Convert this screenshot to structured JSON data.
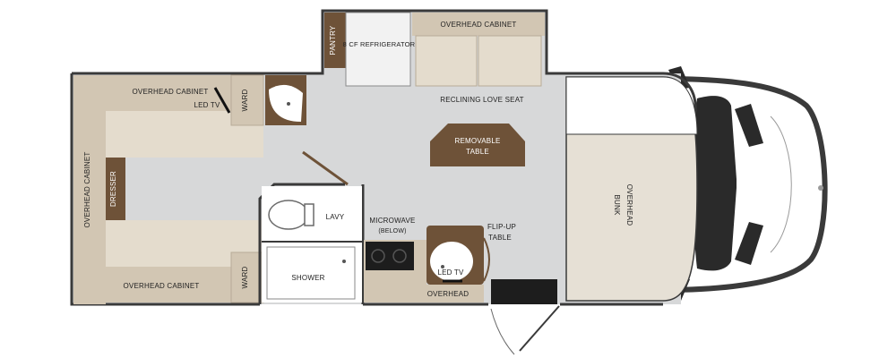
{
  "colors": {
    "floor": "#d7d8d9",
    "wall": "#3a3a3a",
    "cabinet": "#e4dccd",
    "cabinet_dark": "#d2c6b3",
    "wood": "#6e5238",
    "bunk": "#e6e0d5",
    "sink": "#ffffff",
    "appliance": "#1d1d1d",
    "van": "#ffffff"
  },
  "labels": {
    "pantry": "PANTRY",
    "refrigerator": "8 CF REFRIGERATOR",
    "overhead_cabinet_top": "OVERHEAD CABINET",
    "reclining_love_seat": "RECLINING LOVE SEAT",
    "removable_table_line1": "REMOVABLE",
    "removable_table_line2": "TABLE",
    "overhead_bunk_line1": "OVERHEAD",
    "overhead_bunk_line2": "BUNK",
    "overhead_cabinet_rear_top": "OVERHEAD CABINET",
    "led_tv_rear": "LED TV",
    "ward_top": "WARD",
    "overhead_cabinet_side": "OVERHEAD CABINET",
    "dresser": "DRESSER",
    "lavy": "LAVY",
    "shower": "SHOWER",
    "microwave_line1": "MICROWAVE",
    "microwave_line2": "(BELOW)",
    "flip_up_table_line1": "FLIP-UP",
    "flip_up_table_line2": "TABLE",
    "led_tv_galley": "LED TV",
    "overhead_galley": "OVERHEAD",
    "overhead_cabinet_rear_bottom": "OVERHEAD CABINET",
    "ward_bottom": "WARD"
  }
}
